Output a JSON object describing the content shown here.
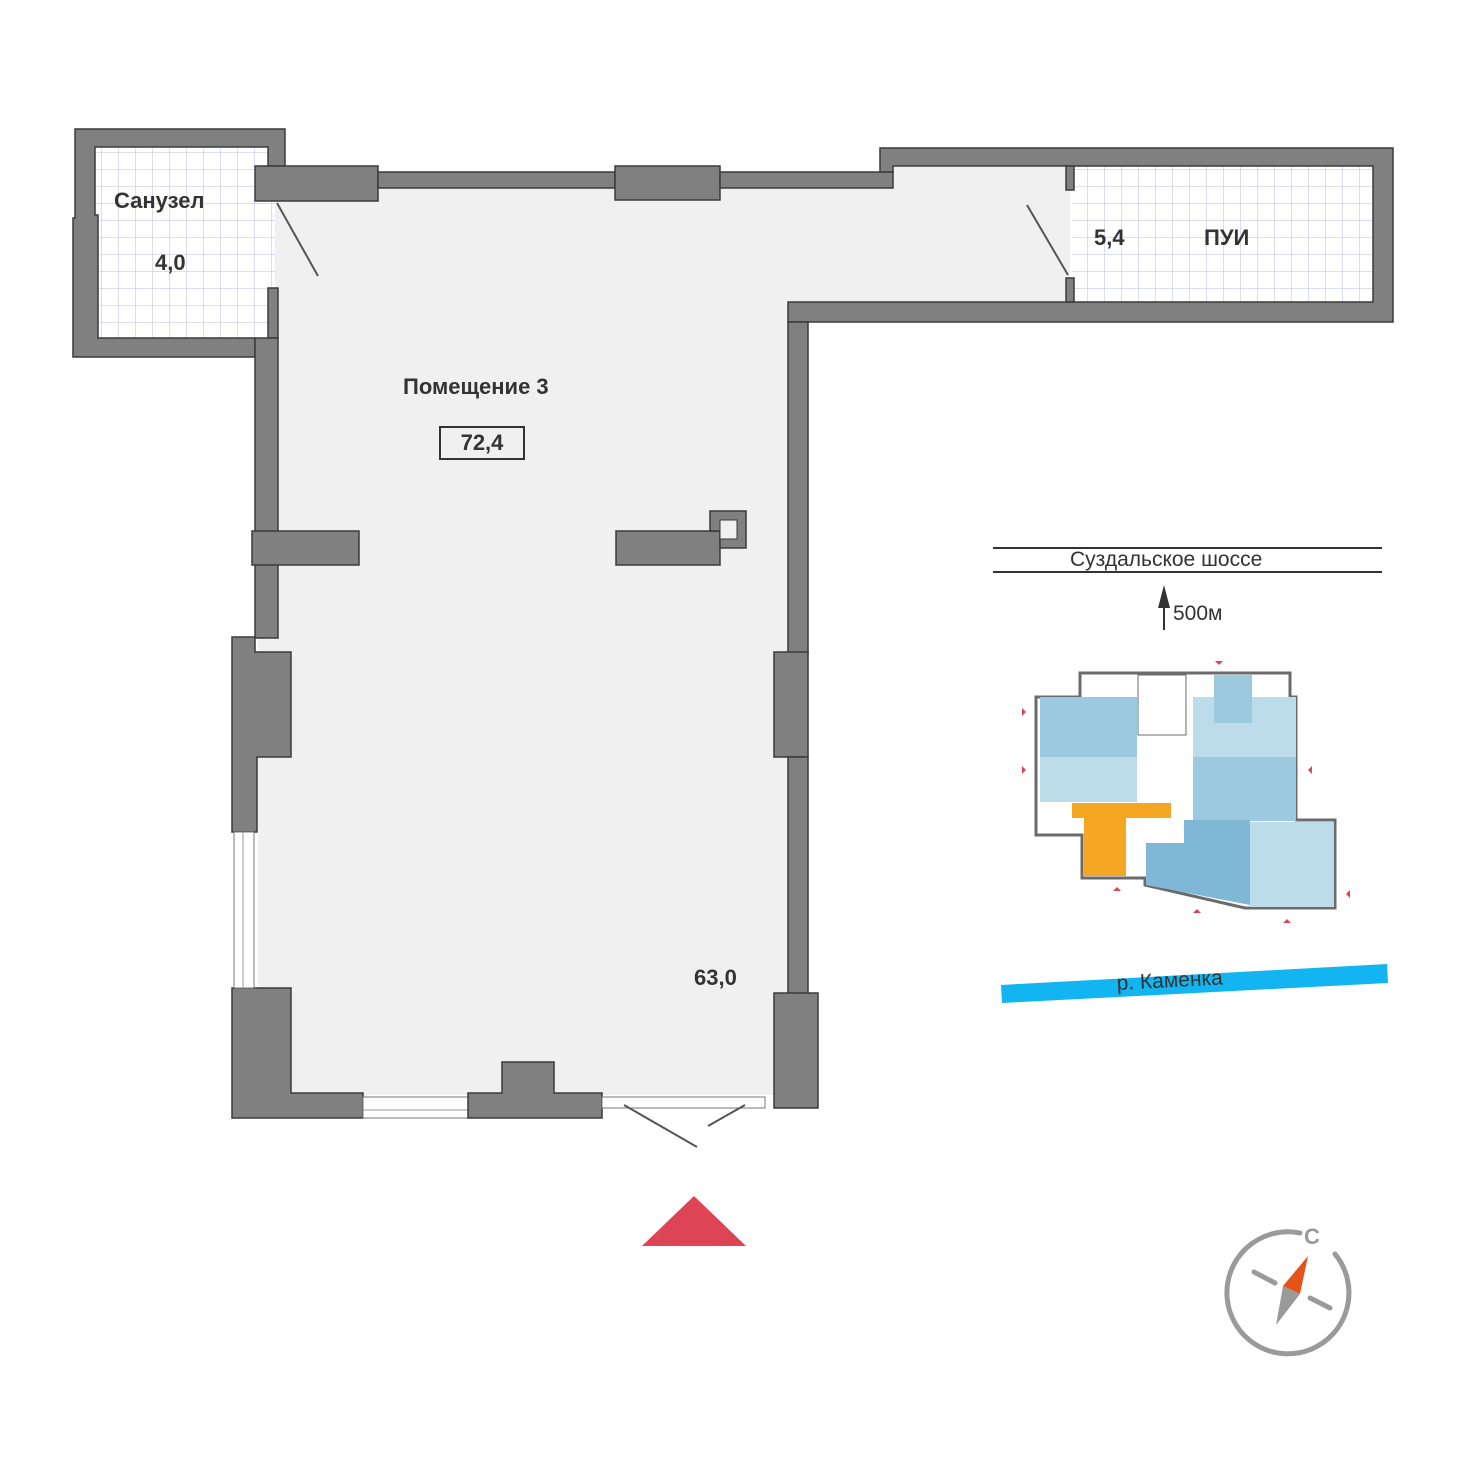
{
  "rooms": {
    "main": {
      "name": "Помещение 3",
      "total_area": "72,4",
      "area": "63,0"
    },
    "bathroom": {
      "name": "Санузел",
      "area": "4,0"
    },
    "pui": {
      "name": "ПУИ",
      "area": "5,4"
    }
  },
  "location": {
    "road": "Суздальское шоссе",
    "distance": "500м",
    "river": "р. Каменка"
  },
  "compass": {
    "north_label": "С"
  },
  "colors": {
    "wall": "#808080",
    "floor": "#f0f0f0",
    "entrance_marker": "#dd4455",
    "river": "#12b4f2",
    "selected_unit": "#f5a623",
    "compass_needle": "#e5531a"
  },
  "icons": [
    "entrance-arrow-icon",
    "compass-icon",
    "north-arrow-icon"
  ]
}
